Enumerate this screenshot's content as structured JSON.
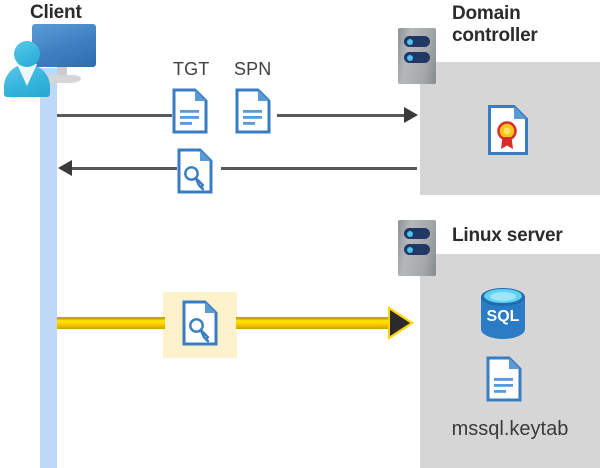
{
  "diagram": {
    "title_client": "Client",
    "title_domain_controller": "Domain\ncontroller",
    "title_domain_controller_line1": "Domain",
    "title_domain_controller_line2": "controller",
    "title_linux_server": "Linux server",
    "labels": {
      "tgt": "TGT",
      "spn": "SPN",
      "keytab_file": "mssql.keytab",
      "sql_icon_text": "SQL"
    },
    "icons": {
      "client_workstation": "user-with-monitor-icon",
      "domain_controller_rack": "server-rack-icon",
      "linux_server_rack": "server-rack-icon",
      "tgt_document": "document-icon",
      "spn_document": "document-icon",
      "ticket_key_document_1": "document-with-key-icon",
      "ticket_key_document_2": "document-with-key-icon",
      "certificate_document": "certificate-document-icon",
      "sql_database": "sql-database-icon",
      "keytab_document": "document-icon"
    },
    "flows": [
      {
        "name": "client-to-dc-request",
        "direction": "right",
        "style": "gray-arrow"
      },
      {
        "name": "dc-to-client-response",
        "direction": "left",
        "style": "gray-arrow"
      },
      {
        "name": "client-to-linux-ticket",
        "direction": "right",
        "style": "yellow-arrow"
      }
    ],
    "colors": {
      "lifeline": "#bfd8f5",
      "server_box": "#d6d6d6",
      "arrow_gray": "#595959",
      "arrow_yellow": "#ffd400",
      "highlight_yellow": "#fdf2cc",
      "doc_blue": "#3a7cc4",
      "sql_blue": "#2b7cc4",
      "title_text": "#2b2b2b"
    }
  }
}
